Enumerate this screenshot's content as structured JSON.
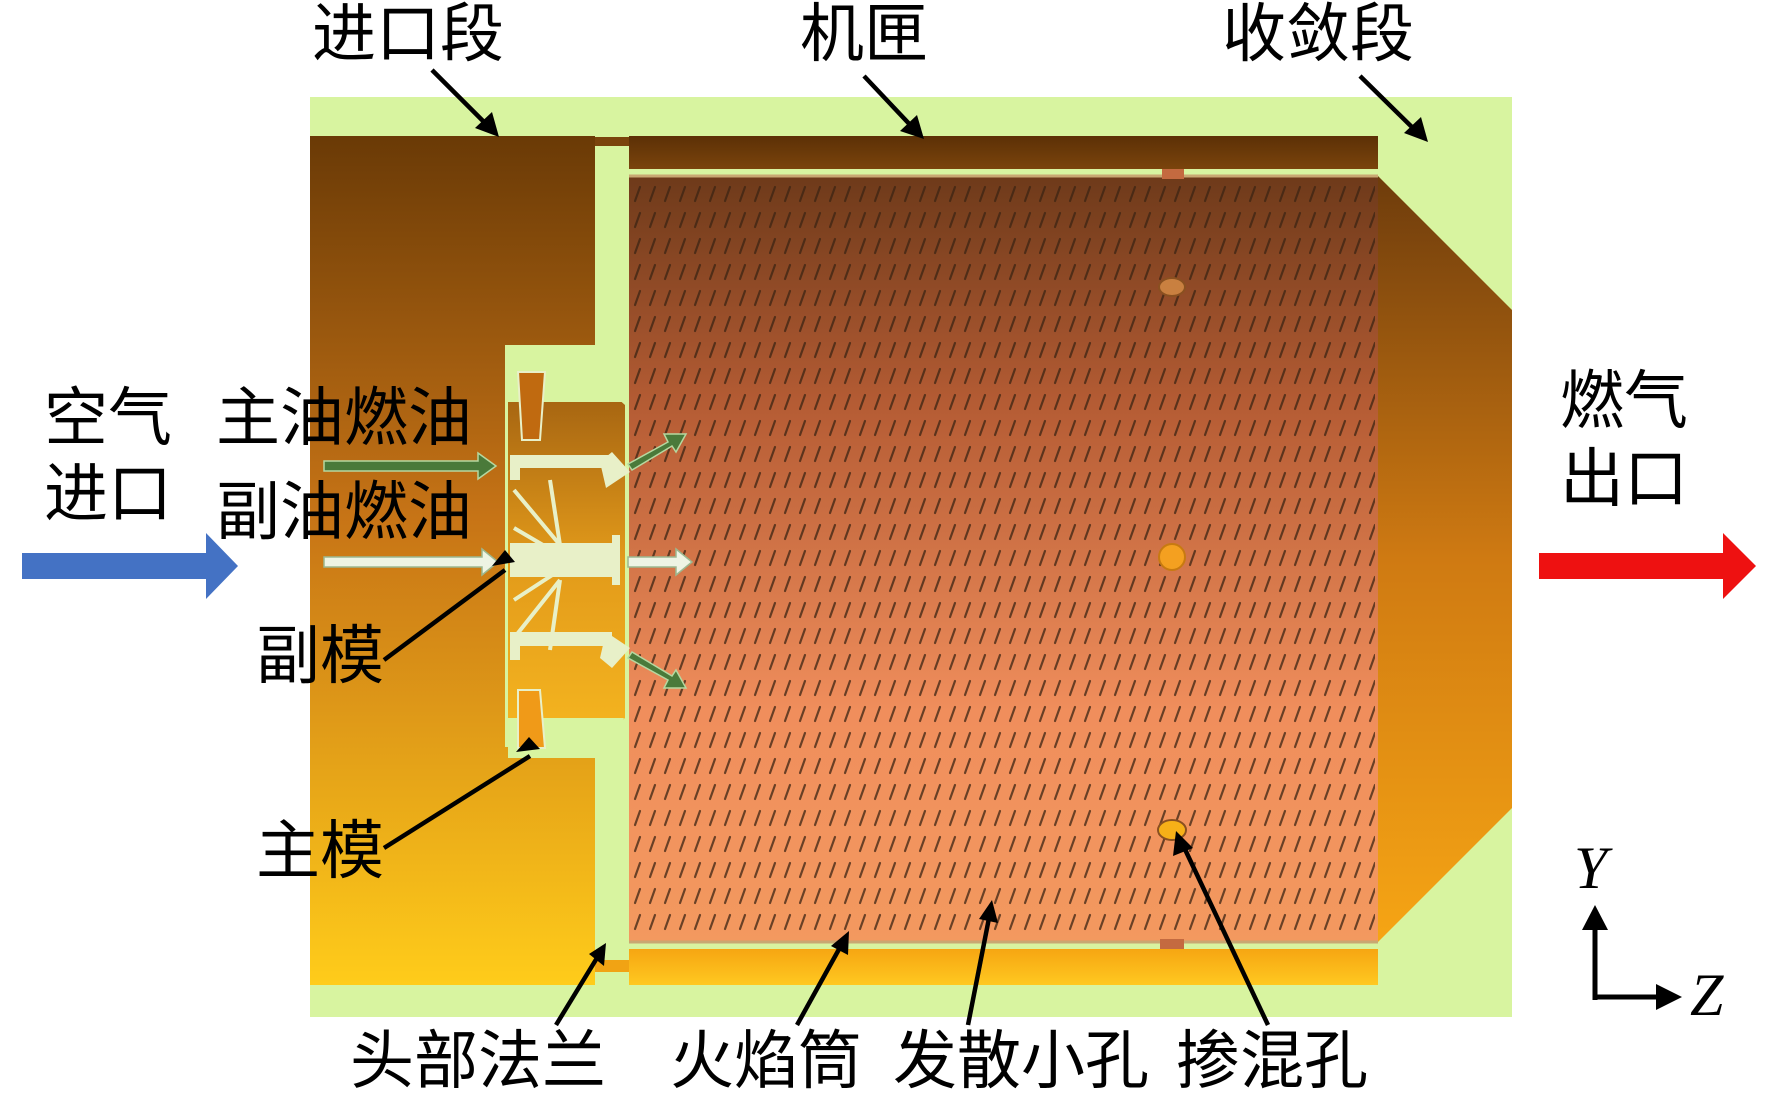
{
  "labels": {
    "inlet_section": "进口段",
    "casing": "机匣",
    "convergent_section": "收敛段",
    "air_inlet_line1": "空气",
    "air_inlet_line2": "进口",
    "main_fuel": "主油燃油",
    "pilot_fuel": "副油燃油",
    "pilot_module": "副模",
    "main_module": "主模",
    "gas_outlet_line1": "燃气",
    "gas_outlet_line2": "出口",
    "head_flange": "头部法兰",
    "liner": "火焰筒",
    "effusion_holes": "发散小孔",
    "dilution_holes": "掺混孔",
    "axis_y": "Y",
    "axis_z": "Z"
  },
  "colors": {
    "fluid_domain": "#d8f4a0",
    "air_arrow": "#4472c4",
    "gas_arrow": "#ee1111",
    "main_fuel_arrow": "#4a7a3a",
    "pilot_fuel_arrow": "#e8f0dc",
    "metal_dark": "#6a3a08",
    "metal_light": "#ffc820",
    "liner_inner": "#e88050"
  },
  "icons": [
    "arrow-right-icon"
  ]
}
